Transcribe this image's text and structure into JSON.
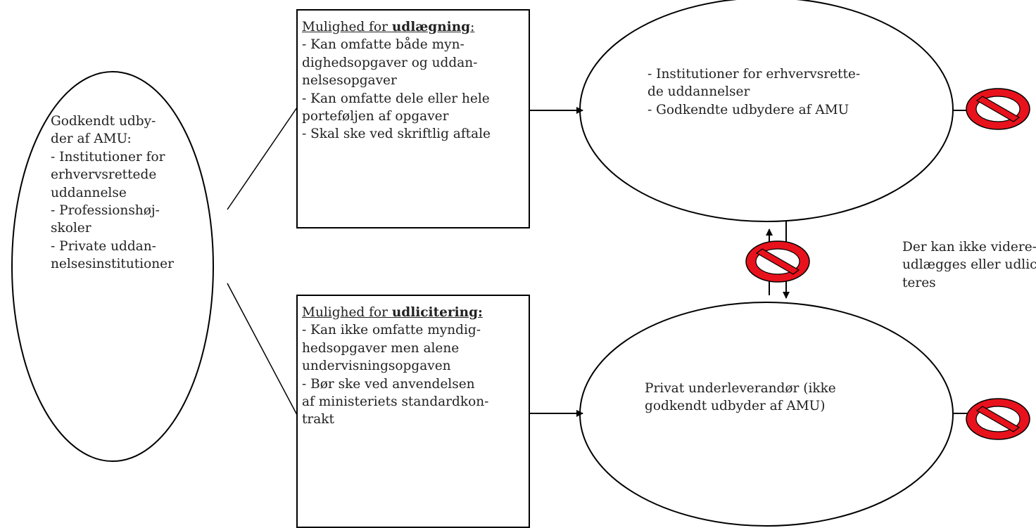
{
  "left_ellipse": {
    "lines": [
      "Godkendt udby-",
      "der af AMU:",
      "- Institutioner for",
      "erhvervsrettede",
      "uddannelse",
      "- Professionshøj-",
      "skoler",
      "- Private uddan-",
      "nelsesinstitutioner"
    ]
  },
  "box_top": {
    "heading_prefix": "Mulighed for ",
    "heading_bold": "udlægning",
    "heading_suffix": ":",
    "lines": [
      "- Kan omfatte både myn-",
      "dighedsopgaver og uddan-",
      "nelsesopgaver",
      "- Kan omfatte dele eller hele",
      "porteføljen af opgaver",
      "- Skal ske ved skriftlig aftale"
    ]
  },
  "box_bottom": {
    "heading_prefix": "Mulighed for ",
    "heading_bold": "udlicitering:",
    "heading_suffix": "",
    "lines": [
      "- Kan ikke omfatte myndig-",
      "hedsopgaver men alene",
      "undervisningsopgaven",
      "- Bør ske ved anvendelsen",
      "af ministeriets standardkon-",
      "trakt"
    ]
  },
  "ellipse_top": {
    "lines": [
      "- Institutioner for erhvervsrette-",
      "de uddannelser",
      "- Godkendte udbydere af AMU"
    ]
  },
  "ellipse_bottom": {
    "lines": [
      "Privat underleverandør (ikke",
      "godkendt udbyder af AMU)"
    ]
  },
  "side_note": {
    "lines": [
      "Der kan ikke videre-",
      "udlægges eller udlici-",
      "teres"
    ]
  },
  "colors": {
    "stroke": "#000000",
    "prohibition_fill": "#e8121c",
    "prohibition_inner": "#ffffff"
  },
  "icons": [
    "prohibition-icon",
    "arrow-icon"
  ]
}
